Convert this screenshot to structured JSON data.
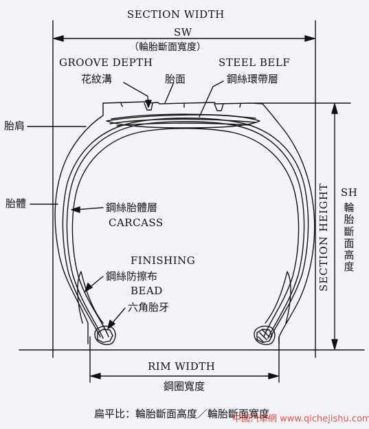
{
  "labels": {
    "section_width": "SECTION WIDTH",
    "sw": "SW",
    "sw_cn": "（輪胎斷面寬度）",
    "groove_depth": "GROOVE DEPTH",
    "groove_cn": "花紋溝",
    "tread_cn": "胎面",
    "steel_belt": "STEEL BELF",
    "steel_belt_cn": "鋼絲環帶層",
    "shoulder_cn": "胎肩",
    "sidewall_cn": "胎體",
    "carcass_cn": "鋼絲胎體層",
    "carcass": "CARCASS",
    "finishing": "FINISHING",
    "chafer_cn": "鋼絲防擦布",
    "bead": "BEAD",
    "bead_core_cn": "六角胎牙",
    "section_height": "SECTION HEIGHT",
    "sh": "SH",
    "sh_cn": "輪胎斷面高度",
    "rim_width": "RIM WIDTH",
    "rim_width_cn": "鋼圈寬度",
    "aspect_ratio": "扁平比：輪胎斷面高度／輪胎斷面寬度"
  },
  "watermark": "中國汽車網 www.qichejishu.com",
  "colors": {
    "line": "#111111",
    "background": "#f2f4f7",
    "watermark": "#d62020"
  }
}
